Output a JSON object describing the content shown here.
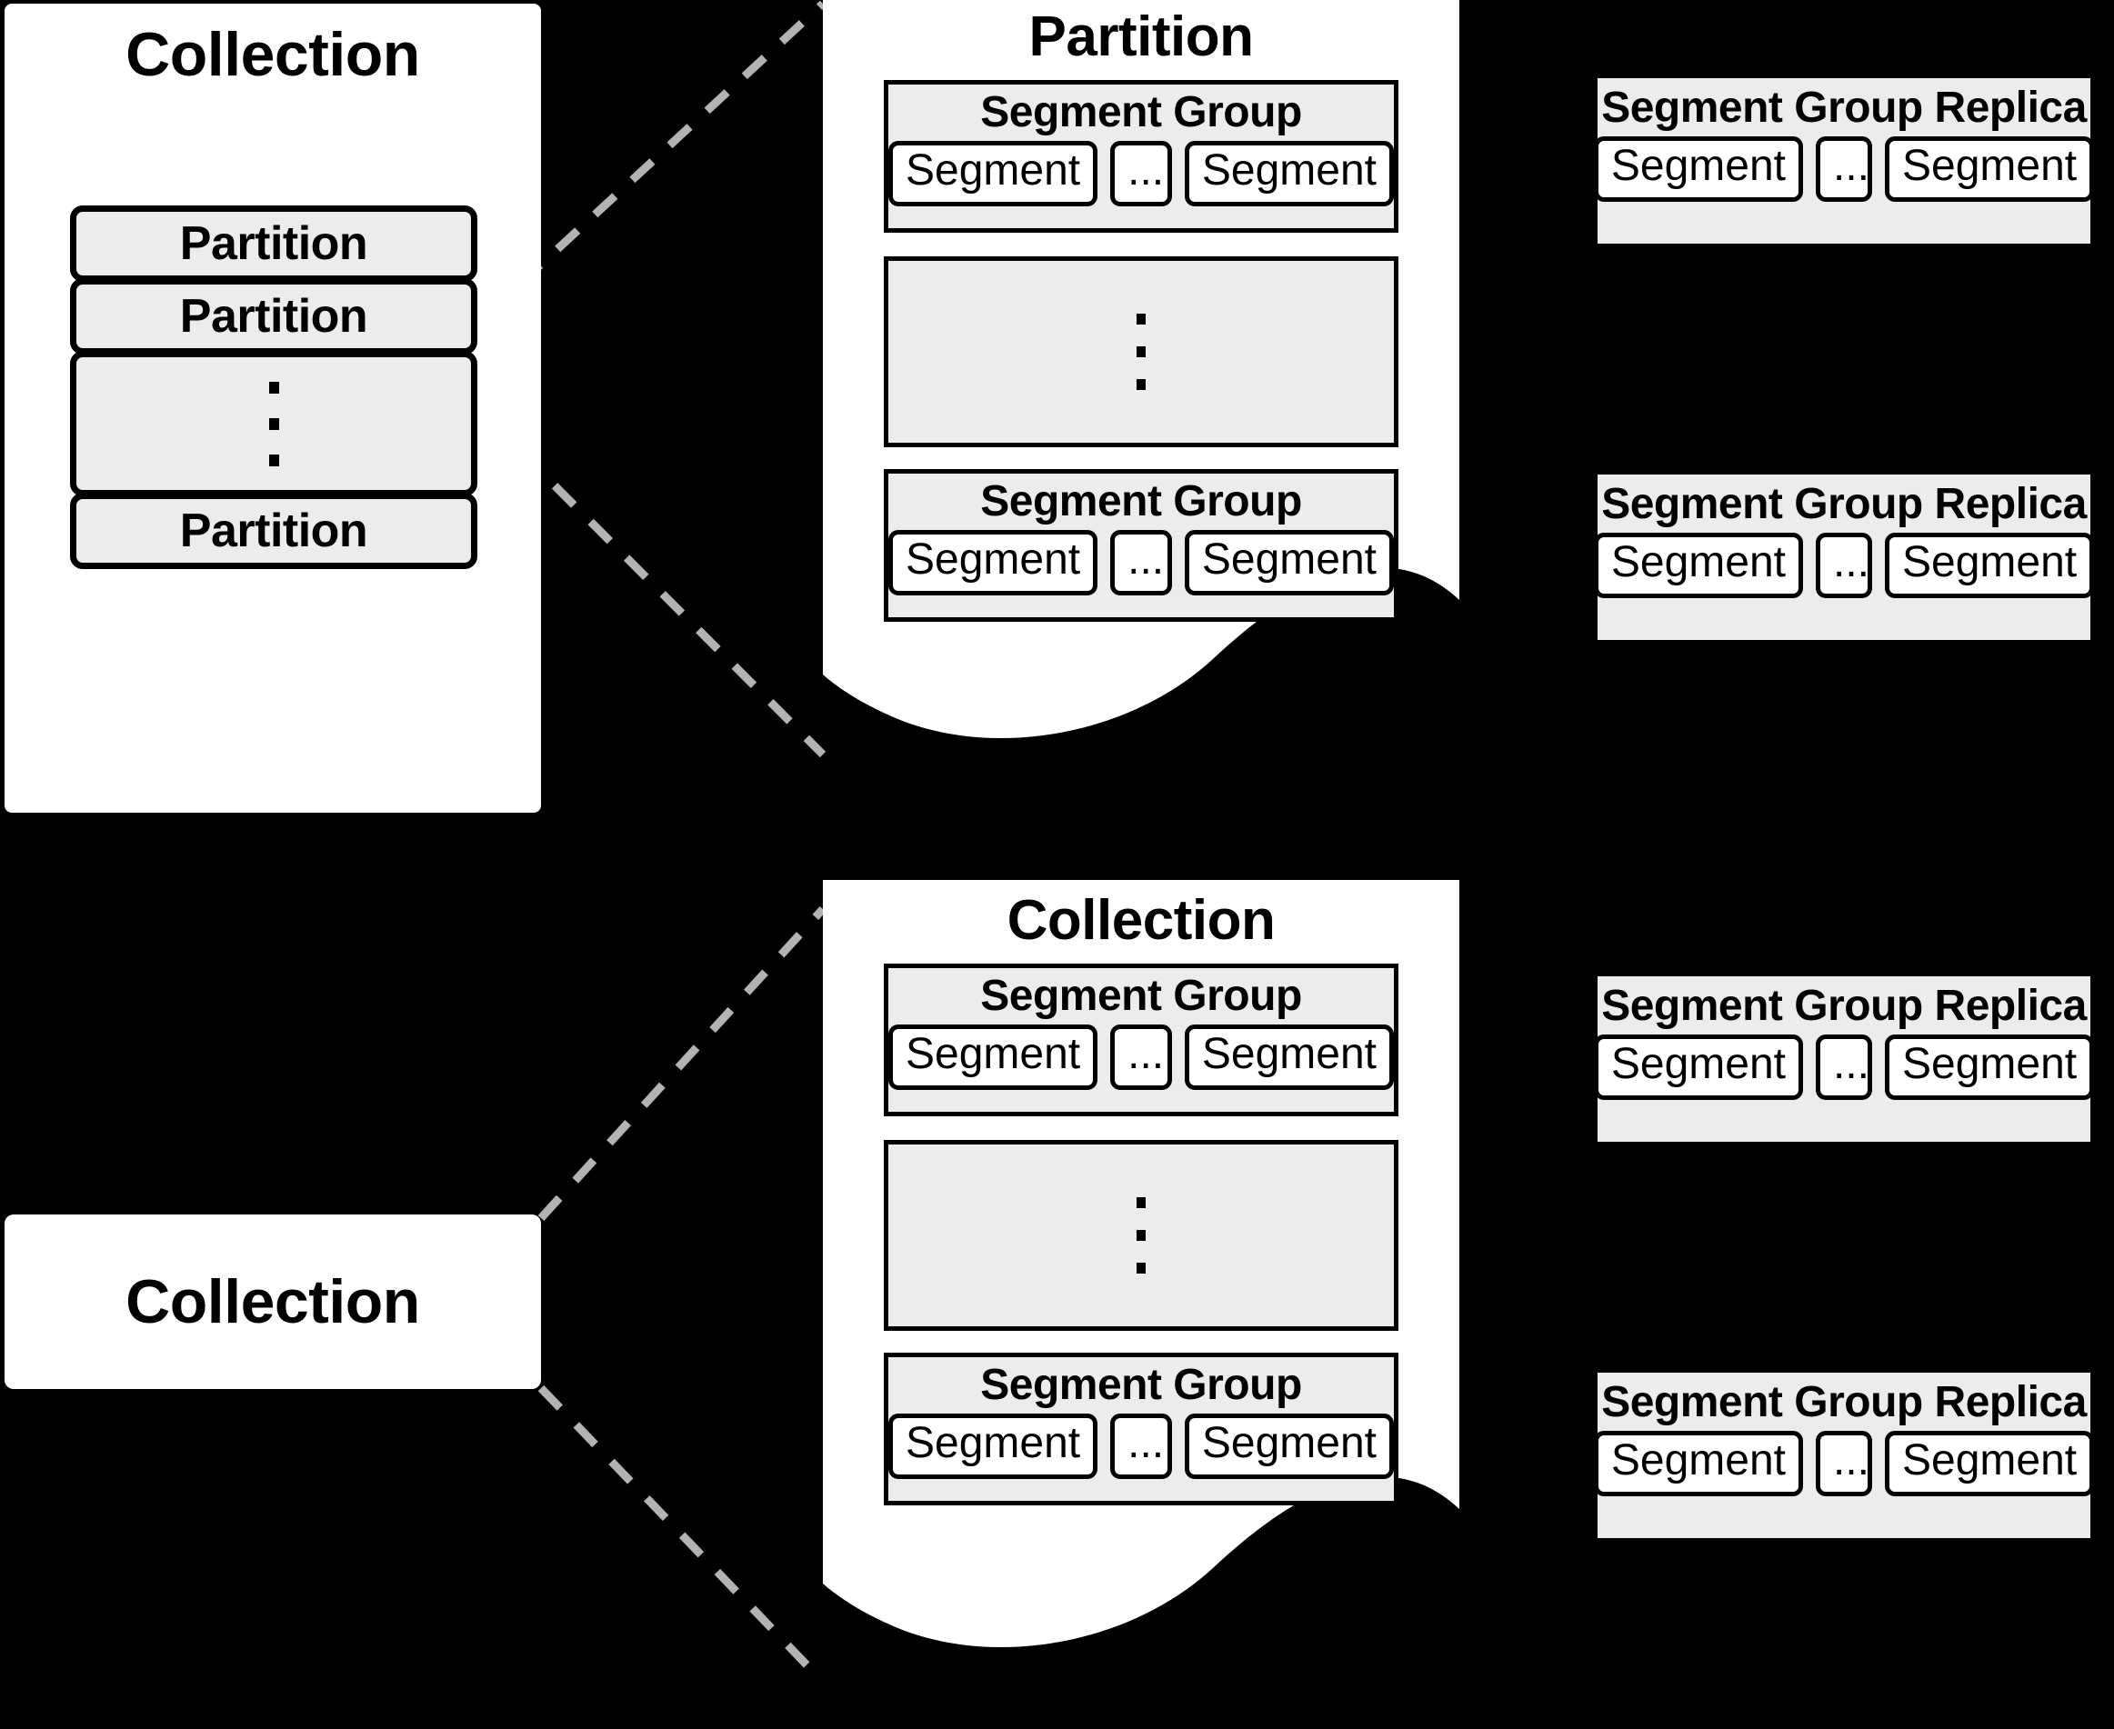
{
  "diagram": {
    "background_color": "#000000",
    "panel_color": "#ffffff",
    "box_color": "#ececec",
    "connector_color": "#b3b3b3"
  },
  "top": {
    "collection_card": {
      "title": "Collection",
      "partitions": [
        {
          "label": "Partition",
          "kind": "label"
        },
        {
          "label": "Partition",
          "kind": "label"
        },
        {
          "label": "",
          "kind": "ellipsis"
        },
        {
          "label": "Partition",
          "kind": "label"
        }
      ]
    },
    "detail_panel": {
      "title": "Partition",
      "segment_groups": [
        {
          "title": "Segment Group",
          "segments": [
            "Segment",
            "...",
            "Segment"
          ]
        },
        {
          "title": "",
          "segments": [],
          "kind": "ellipsis"
        },
        {
          "title": "Segment Group",
          "segments": [
            "Segment",
            "...",
            "Segment"
          ]
        }
      ]
    },
    "replicas": [
      {
        "title": "Segment Group Replica",
        "segments": [
          "Segment",
          "...",
          "Segment"
        ]
      },
      {
        "title": "Segment Group Replica",
        "segments": [
          "Segment",
          "...",
          "Segment"
        ]
      }
    ]
  },
  "bottom": {
    "collection_card": {
      "title": "Collection"
    },
    "detail_panel": {
      "title": "Collection",
      "segment_groups": [
        {
          "title": "Segment Group",
          "segments": [
            "Segment",
            "...",
            "Segment"
          ]
        },
        {
          "title": "",
          "segments": [],
          "kind": "ellipsis"
        },
        {
          "title": "Segment Group",
          "segments": [
            "Segment",
            "...",
            "Segment"
          ]
        }
      ]
    },
    "replicas": [
      {
        "title": "Segment Group Replica",
        "segments": [
          "Segment",
          "...",
          "Segment"
        ]
      },
      {
        "title": "Segment Group Replica",
        "segments": [
          "Segment",
          "...",
          "Segment"
        ]
      }
    ]
  }
}
